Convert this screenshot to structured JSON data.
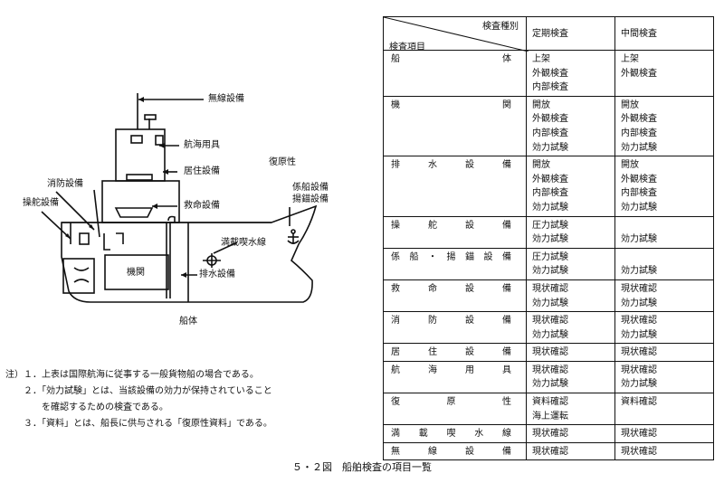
{
  "diagram": {
    "labels": {
      "radio": "無線設備",
      "nav": "航海用具",
      "stability": "復原性",
      "accommodation": "居住設備",
      "fire": "消防設備",
      "steering": "操舵設備",
      "lifesaving": "救命設備",
      "mooring1": "係船設備",
      "mooring2": "揚錨設備",
      "loadline": "満載喫水線",
      "drain": "排水設備",
      "engine": "機関",
      "hull": "船体"
    }
  },
  "table": {
    "header": {
      "type": "検査種別",
      "item": "検査項目",
      "periodic": "定期検査",
      "intermediate": "中間検査"
    },
    "rows": [
      {
        "item": "船　体",
        "periodic": [
          "上架",
          "外観検査",
          "内部検査"
        ],
        "intermediate": [
          "上架",
          "外観検査"
        ]
      },
      {
        "item": "機　関",
        "periodic": [
          "開放",
          "外観検査",
          "内部検査",
          "効力試験"
        ],
        "intermediate": [
          "開放",
          "外観検査",
          "内部検査",
          "効力試験"
        ]
      },
      {
        "item": "排水設備",
        "periodic": [
          "開放",
          "外観検査",
          "内部検査",
          "効力試験"
        ],
        "intermediate": [
          "開放",
          "外観検査",
          "内部検査",
          "効力試験"
        ]
      },
      {
        "item": "操舵設備",
        "periodic": [
          "圧力試験",
          "効力試験"
        ],
        "intermediate": [
          "",
          "効力試験"
        ]
      },
      {
        "item": "係船・揚錨設備",
        "periodic": [
          "圧力試験",
          "効力試験"
        ],
        "intermediate": [
          "",
          "効力試験"
        ]
      },
      {
        "item": "救命設備",
        "periodic": [
          "現状確認",
          "効力試験"
        ],
        "intermediate": [
          "現状確認",
          "効力試験"
        ]
      },
      {
        "item": "消防設備",
        "periodic": [
          "現状確認",
          "効力試験"
        ],
        "intermediate": [
          "現状確認",
          "効力試験"
        ]
      },
      {
        "item": "居住設備",
        "periodic": [
          "現状確認"
        ],
        "intermediate": [
          "現状確認"
        ]
      },
      {
        "item": "航海用具",
        "periodic": [
          "現状確認",
          "効力試験"
        ],
        "intermediate": [
          "現状確認",
          "効力試験"
        ]
      },
      {
        "item": "復原性",
        "periodic": [
          "資料確認",
          "海上運転"
        ],
        "intermediate": [
          "資料確認"
        ]
      },
      {
        "item": "満載喫水線",
        "periodic": [
          "現状確認"
        ],
        "intermediate": [
          "現状確認"
        ]
      },
      {
        "item": "無線設備",
        "periodic": [
          "現状確認"
        ],
        "intermediate": [
          "現状確認"
        ]
      }
    ]
  },
  "notes": [
    "注）１．上表は国際航海に従事する一般貨物船の場合である。",
    "　　２．「効力試験」とは、当該設備の効力が保持されていること",
    "　　　　を確認するための検査である。",
    "　　３．「資料」とは、船長に供与される「復原性資料」である。"
  ],
  "caption": "５・２図　船舶検査の項目一覧"
}
